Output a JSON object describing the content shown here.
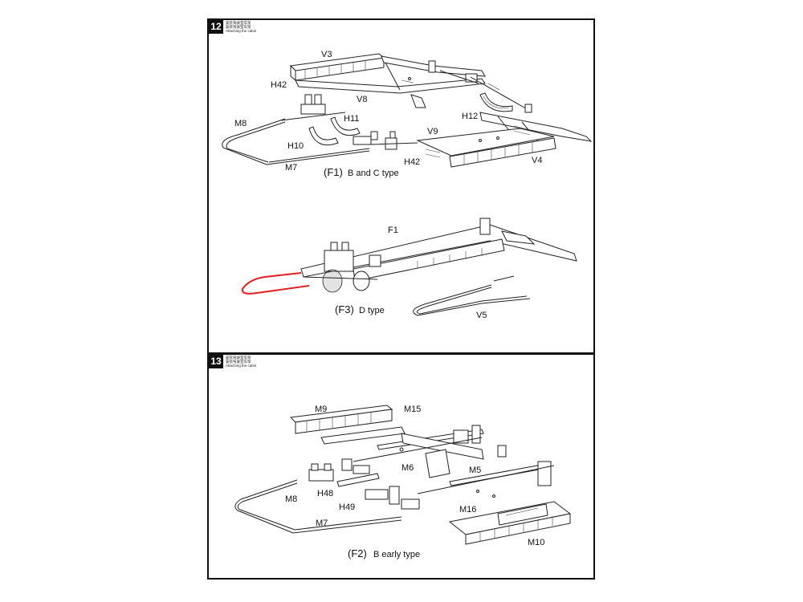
{
  "step12": {
    "number": "12",
    "caption_cn1": "安装驾驶室车架",
    "caption_cn2": "安装驾驶室车架",
    "caption_en": "Attaching the cabin",
    "titles": {
      "f1": {
        "code": "(F1)",
        "text": "B and C type"
      },
      "f3": {
        "code": "(F3)",
        "text": "D type"
      }
    },
    "labels": {
      "v3": "V3",
      "h42a": "H42",
      "v8": "V8",
      "m8": "M8",
      "h11": "H11",
      "h12": "H12",
      "v9": "V9",
      "h10": "H10",
      "h42b": "H42",
      "v4": "V4",
      "m7": "M7",
      "f1": "F1",
      "v5": "V5"
    }
  },
  "step13": {
    "number": "13",
    "caption_cn1": "安装驾驶室车架",
    "caption_cn2": "安装驾驶室车架",
    "caption_en": "Attaching the cabin",
    "titles": {
      "f2": {
        "code": "(F2)",
        "text": "B early type"
      }
    },
    "labels": {
      "m9": "M9",
      "m15": "M15",
      "m6": "M6",
      "m5": "M5",
      "h48": "H48",
      "m8": "M8",
      "h49": "H49",
      "m16": "M16",
      "m7": "M7",
      "m10": "M10"
    }
  },
  "colors": {
    "highlight": "#e02020",
    "ink": "#222222"
  }
}
